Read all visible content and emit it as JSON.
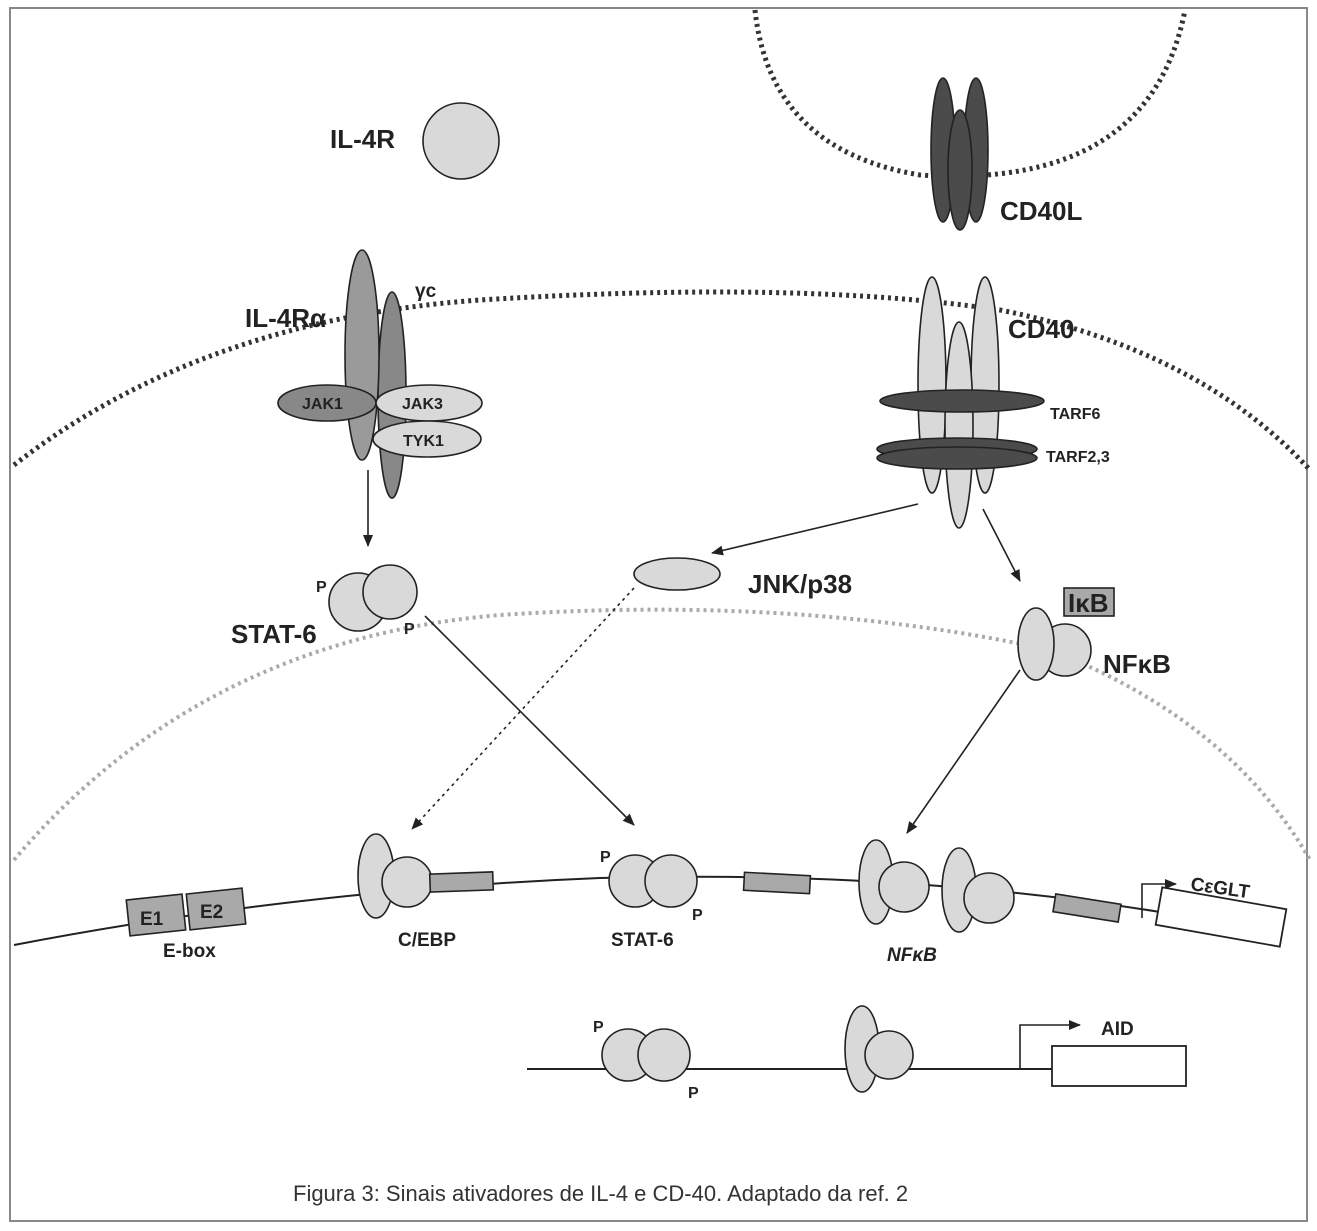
{
  "labels": {
    "il4r": "IL-4R",
    "il4ra": "IL-4Rα",
    "gamma_c": "γc",
    "jak1": "JAK1",
    "jak3": "JAK3",
    "tyk1": "TYK1",
    "stat6_cyto": "STAT-6",
    "p_cyto_1": "P",
    "p_cyto_2": "P",
    "cd40l": "CD40L",
    "cd40": "CD40",
    "tarf6": "TARF6",
    "tarf23": "TARF2,3",
    "jnk": "JNK/p38",
    "ikb": "IκB",
    "nfkb_cyto": "NFκB",
    "e1": "E1",
    "e2": "E2",
    "ebox": "E-box",
    "cebp": "C/EBP",
    "stat6_dna": "STAT-6",
    "p_dna_1": "P",
    "p_dna_2": "P",
    "nfkb_dna": "NFκB",
    "ceglt": "CεGLT",
    "p_aid_1": "P",
    "p_aid_2": "P",
    "aid": "AID"
  },
  "caption": "Figura 3: Sinais ativadores de IL-4 e CD-40. Adaptado da ref. 2",
  "colors": {
    "protein": "#d9d9d9",
    "dark_protein": "#4b4b4b",
    "box": "#a9a9a9",
    "outline": "#222222",
    "frame": "#888888"
  }
}
